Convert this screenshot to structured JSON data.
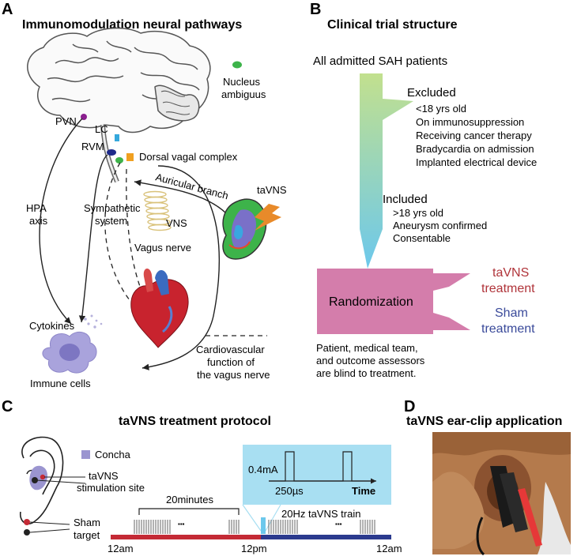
{
  "panel_a": {
    "letter": "A",
    "title": "Immunomodulation neural pathways",
    "labels": {
      "nucleus_1": "Nucleus",
      "nucleus_2": "ambiguus",
      "pvn": "PVN",
      "lc": "LC",
      "rvm": "RVM",
      "dorsal_vagal_complex": "Dorsal vagal complex",
      "auricular_branch": "Auricular branch",
      "tavns": "taVNS",
      "hpa_1": "HPA",
      "hpa_2": "axis",
      "sympathetic_1": "Sympathetic",
      "sympathetic_2": "system",
      "vns": "VNS",
      "vagus_nerve": "Vagus nerve",
      "cytokines": "Cytokines",
      "immune_cells": "Immune cells",
      "cardio_1": "Cardiovascular",
      "cardio_2": "function of",
      "cardio_3": "the vagus nerve"
    }
  },
  "panel_b": {
    "letter": "B",
    "title": "Clinical trial structure",
    "all_admitted": "All admitted SAH patients",
    "excluded_title": "Excluded",
    "excluded_items": [
      "<18 yrs old",
      "On immunosuppression",
      "Receiving cancer therapy",
      "Bradycardia on admission",
      "Implanted electrical device"
    ],
    "included_title": "Included",
    "included_items": [
      ">18 yrs old",
      "Aneurysm confirmed",
      "Consentable"
    ],
    "randomization": "Randomization",
    "tavns_1": "taVNS",
    "tavns_2": "treatment",
    "sham_1": "Sham",
    "sham_2": "treatment",
    "blind_1": "Patient, medical team,",
    "blind_2": "and outcome assessors",
    "blind_3": "are blind to treatment."
  },
  "panel_c": {
    "letter": "C",
    "title": "taVNS treatment protocol",
    "concha": "Concha",
    "stim_site_1": "taVNS",
    "stim_site_2": "stimulation site",
    "sham_1": "Sham",
    "sham_2": "target",
    "minutes": "20minutes",
    "current": "0.4mA",
    "pulse_width": "250µs",
    "time": "Time",
    "train": "20Hz taVNS train",
    "ellipsis": "▪▪▪",
    "t_start": "12am",
    "t_mid": "12pm",
    "t_end": "12am"
  },
  "panel_d": {
    "letter": "D",
    "title": "taVNS ear-clip application"
  },
  "colors": {
    "included_cyan": "#6cc8ec",
    "excluded_green": "#c2e08e",
    "randomization_pink": "#d47dab",
    "tavns_red": "#b0343a",
    "sham_blue": "#3a4a9a",
    "timeline_red": "#c42a35",
    "timeline_blue": "#2b3a8e",
    "concha_purple": "#9b95d0",
    "inset_cyan": "#a8dff2"
  }
}
